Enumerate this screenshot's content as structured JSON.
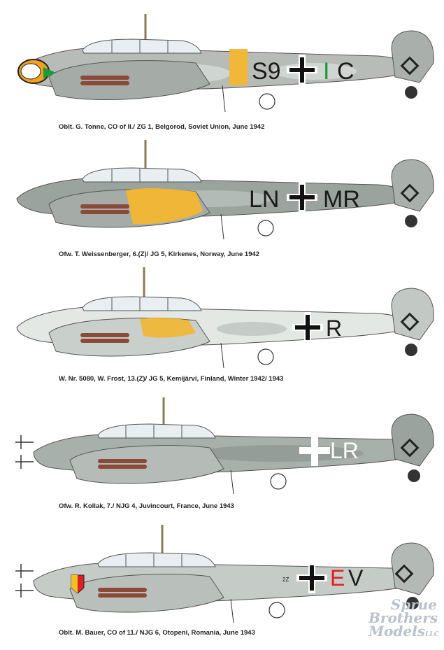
{
  "profiles": [
    {
      "caption": "Oblt. G. Tonne, CO of II./ ZG 1, Belgorod, Soviet Union, June 1942",
      "code_left": "S9",
      "code_mid": "I",
      "code_right": "C",
      "code_left_color": "#1a1a1a",
      "code_mid_color": "#1a9a3a",
      "code_right_color": "#1a1a1a",
      "band_color": "#f2b632",
      "nose": "shark"
    },
    {
      "caption": "Ofw. T. Weissenberger, 6.(Z)/ JG 5, Kirkenes, Norway, June 1942",
      "code_left": "LN",
      "code_mid": "",
      "code_right": "MR",
      "code_left_color": "#1a1a1a",
      "code_mid_color": "#1a1a1a",
      "code_right_color": "#1a1a1a",
      "band_color": "#f2b632",
      "nose": "plain"
    },
    {
      "caption": "W. Nr. 5080, W. Frost, 13.(Z)/ JG 5, Kemijärvi, Finland, Winter 1942/ 1943",
      "code_left": "",
      "code_mid": "",
      "code_right": "R",
      "code_left_color": "#1a1a1a",
      "code_mid_color": "#1a1a1a",
      "code_right_color": "#1a1a1a",
      "band_color": "#f2b632",
      "nose": "plain"
    },
    {
      "caption": "Ofw. R. Kollak, 7./ NJG 4, Juvincourt, France, June 1943",
      "code_left": "",
      "code_mid": "",
      "code_right": "LR",
      "code_left_color": "#ffffff",
      "code_mid_color": "#ffffff",
      "code_right_color": "#ffffff",
      "band_color": "",
      "nose": "radar"
    },
    {
      "caption": "Oblt. M. Bauer, CO of 11./ NJG 6, Otopeni, Romania, June 1943",
      "code_left": "2Z",
      "code_mid": "E",
      "code_right": "V",
      "code_left_color": "#1a1a1a",
      "code_mid_color": "#e02020",
      "code_right_color": "#1a1a1a",
      "band_color": "",
      "nose": "radar"
    }
  ],
  "watermark": {
    "line1": "Sprue",
    "line2": "Brothers",
    "line3": "Models",
    "suffix": "LLC",
    "color": "#b9c2cc"
  },
  "colors": {
    "fuselage_grey": "#b7bcb8",
    "fuselage_dark": "#8d948f",
    "mottle": "#d9e0dc",
    "exhaust": "#8a4a3a",
    "canopy": "#e9eef2",
    "tail": "#a9b0ac"
  }
}
